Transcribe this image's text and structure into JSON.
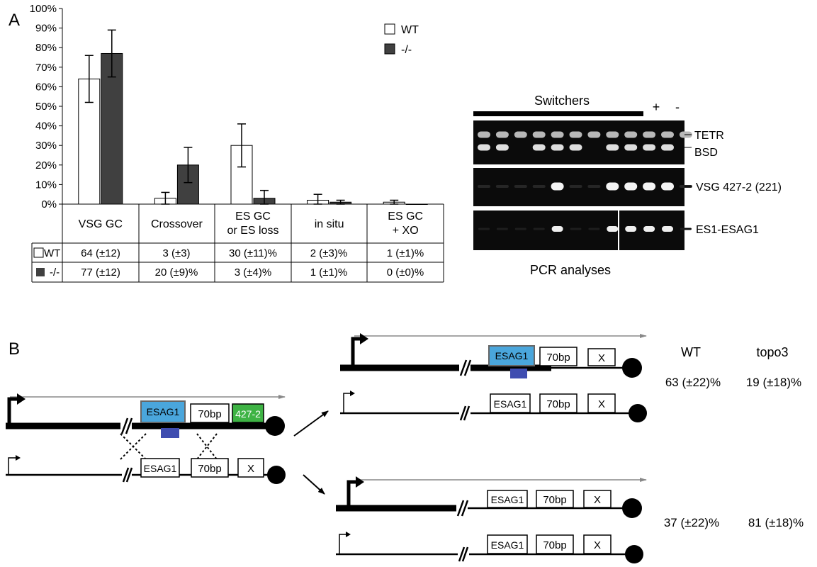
{
  "panel_a": {
    "letter": "A",
    "chart_data": {
      "type": "bar",
      "categories": [
        "VSG GC",
        "Crossover",
        "ES GC\nor ES loss",
        "in situ",
        "ES GC\n+ XO"
      ],
      "series": [
        {
          "name": "WT",
          "color": "#ffffff",
          "values": [
            64,
            3,
            30,
            2,
            1
          ],
          "errors": [
            12,
            3,
            11,
            3,
            1
          ]
        },
        {
          "name": "-/-",
          "color": "#404040",
          "values": [
            77,
            20,
            3,
            1,
            0
          ],
          "errors": [
            12,
            9,
            4,
            1,
            0
          ]
        }
      ],
      "ylim": [
        0,
        100
      ],
      "yticks": [
        "0%",
        "10%",
        "20%",
        "30%",
        "40%",
        "50%",
        "60%",
        "70%",
        "80%",
        "90%",
        "100%"
      ],
      "legend": "top-right"
    },
    "table": {
      "rows": [
        {
          "label": "WT",
          "cells": [
            "64 (±12)",
            "3 (±3)",
            "30 (±11)%",
            "2 (±3)%",
            "1 (±1)%"
          ]
        },
        {
          "label": "-/-",
          "cells": [
            "77 (±12)",
            "20 (±9)%",
            "3 (±4)%",
            "1 (±1)%",
            "0 (±0)%"
          ]
        }
      ]
    }
  },
  "gel": {
    "header": "Switchers",
    "plus": "+",
    "minus": "-",
    "labels": [
      "TETR",
      "BSD",
      "VSG 427-2 (221)",
      "ES1-ESAG1"
    ],
    "caption": "PCR analyses",
    "gel1_bands": [
      "ab",
      "ab",
      "a",
      "ab",
      "ab",
      "ab",
      "a",
      "ab",
      "ab",
      "ab",
      "ab",
      "a"
    ],
    "gel2_bright": [
      0,
      0,
      0,
      0,
      1,
      0,
      0,
      1,
      1,
      1,
      1,
      0
    ],
    "gel3_bright": [
      0,
      0,
      0,
      0,
      1,
      0,
      0,
      1,
      1,
      1,
      1,
      0
    ]
  },
  "panel_b": {
    "letter": "B",
    "esag1": "ESAG1",
    "bp70": "70bp",
    "vsg": "427-2",
    "x": "X",
    "wt_header": "WT",
    "topo3_header": "topo3",
    "top_wt": "63 (±22)%",
    "top_topo3": "19 (±18)%",
    "bottom_wt": "37 (±22)%",
    "bottom_topo3": "81 (±18)%"
  }
}
